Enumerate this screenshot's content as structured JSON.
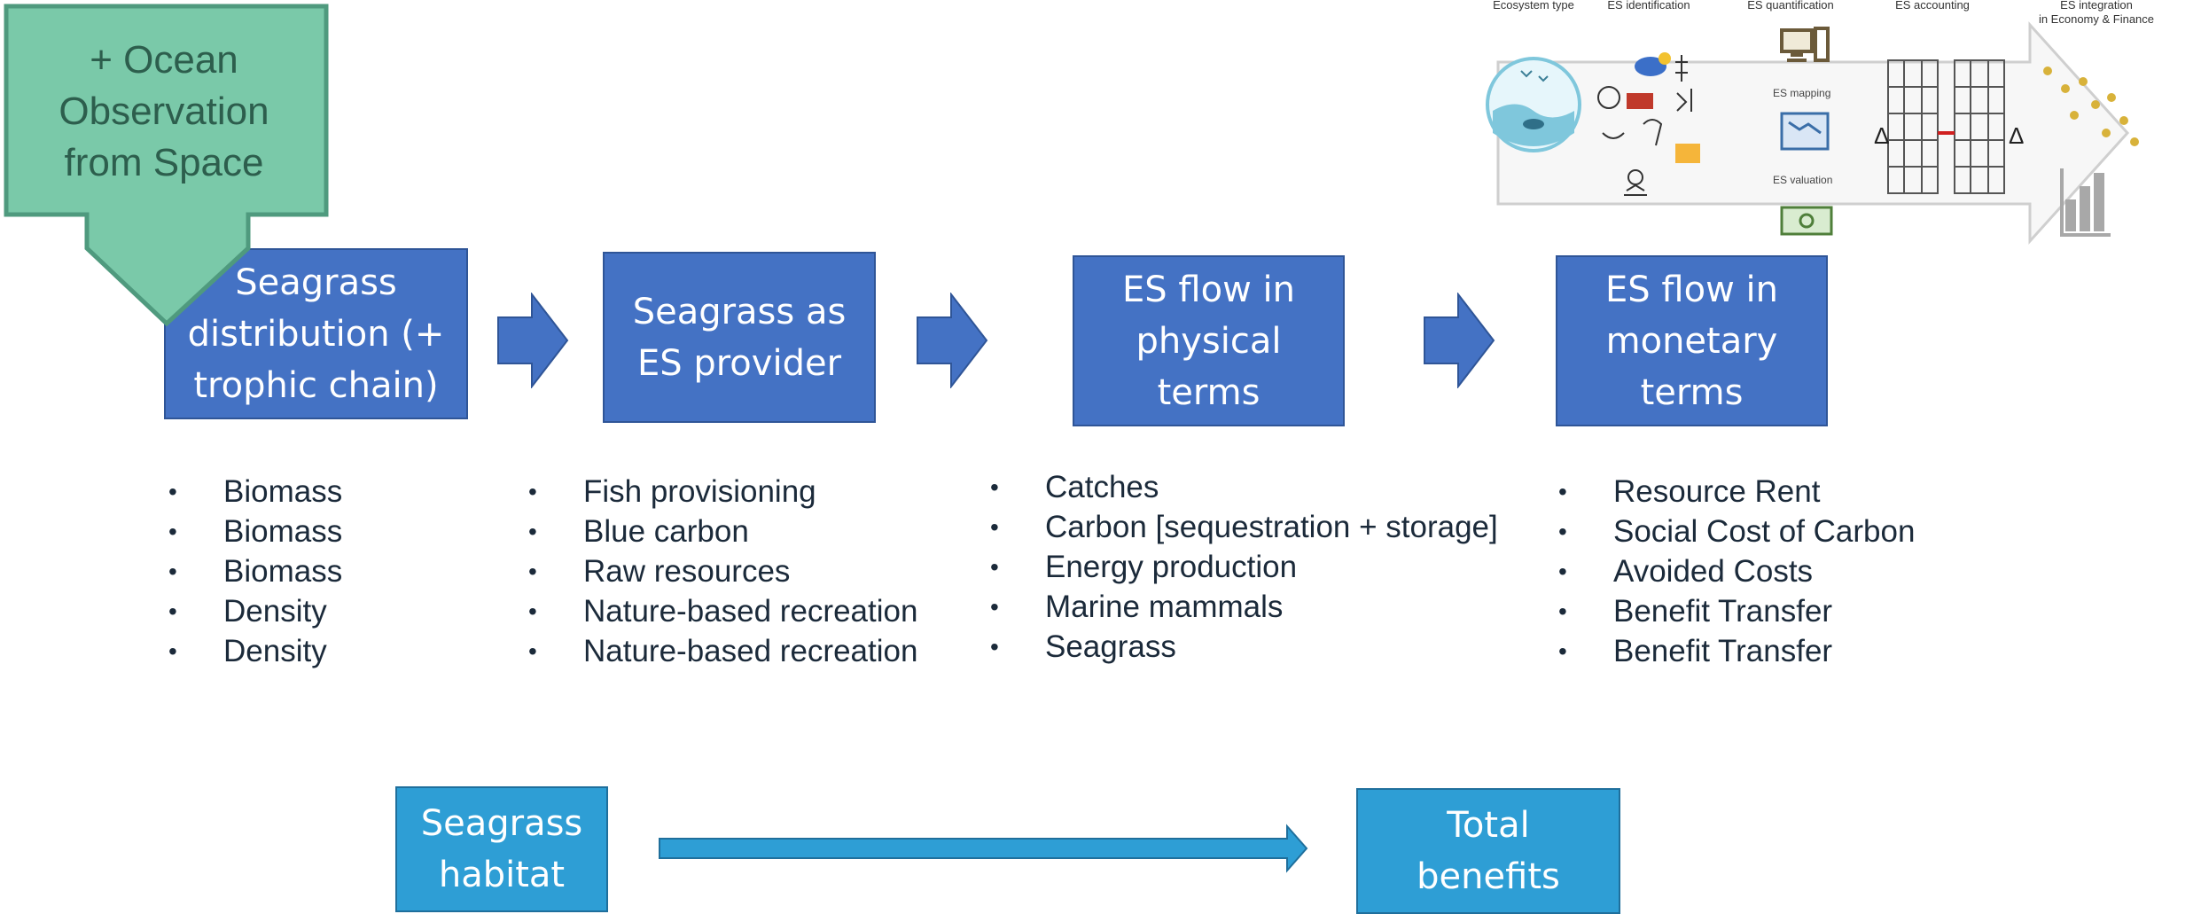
{
  "callout": {
    "text": "+ Ocean\nObservation\nfrom Space"
  },
  "boxes": [
    {
      "label": "Seagrass\ndistribution (+\ntrophic chain)"
    },
    {
      "label": "Seagrass as\nES provider"
    },
    {
      "label": "ES flow in\nphysical\nterms"
    },
    {
      "label": "ES flow in\nmonetary\nterms"
    }
  ],
  "lists": [
    {
      "items": [
        "Biomass",
        "Biomass",
        "Biomass",
        "Density",
        "Density"
      ]
    },
    {
      "items": [
        "Fish provisioning",
        "Blue carbon",
        "Raw resources",
        "Nature-based recreation",
        "Nature-based recreation"
      ]
    },
    {
      "items": [
        "Catches",
        "Carbon [sequestration + storage]",
        "Energy production",
        "Marine mammals",
        "Seagrass"
      ]
    },
    {
      "items": [
        "Resource Rent",
        "Social Cost of Carbon",
        "Avoided Costs",
        "Benefit Transfer",
        "Benefit Transfer"
      ]
    }
  ],
  "bottom": {
    "left": "Seagrass\nhabitat",
    "right": "Total\nbenefits"
  },
  "inset": {
    "labels": [
      "Ecosystem type",
      "ES identification",
      "ES quantification",
      "ES accounting",
      "ES integration\nin Economy & Finance"
    ],
    "sub_labels": [
      "ES mapping",
      "ES valuation"
    ],
    "delta": "Δ"
  },
  "colors": {
    "box": "#4472c4",
    "teal_box": "#2e9ed5",
    "callout": "#7ac9a9"
  }
}
